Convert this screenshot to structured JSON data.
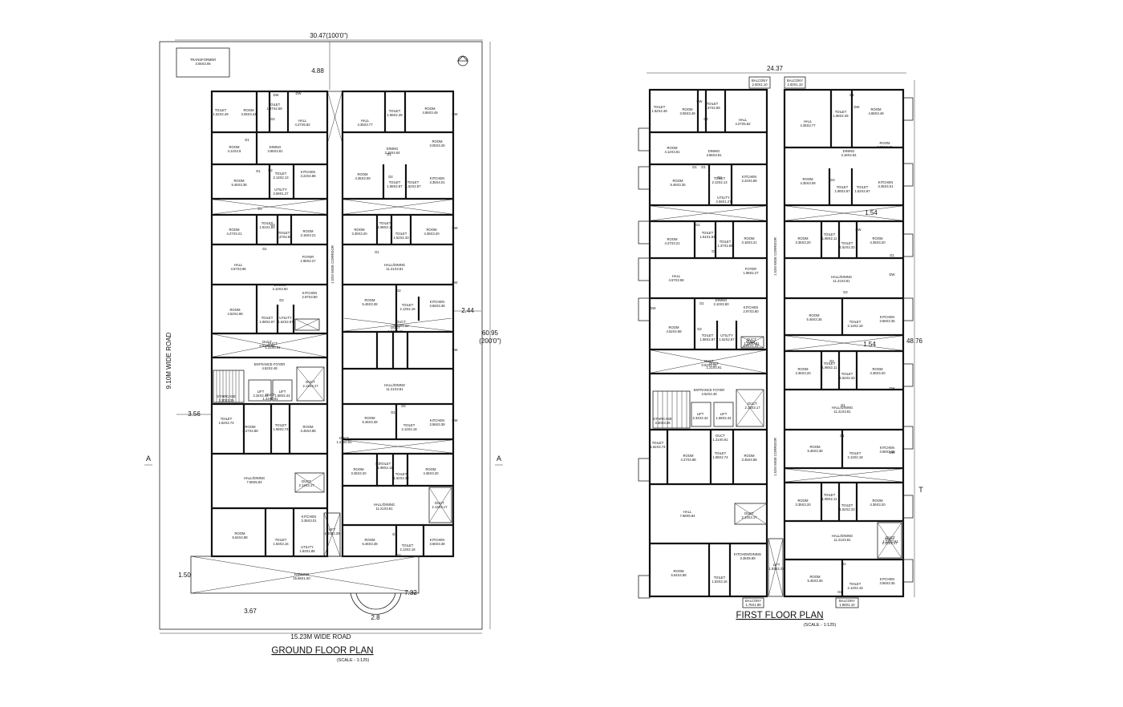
{
  "ground": {
    "title": "GROUND FLOOR PLAN",
    "scale": "(SCALE - 1:125)",
    "road_bottom": "15.23M WIDE ROAD",
    "road_side": "9.10M WIDE ROAD",
    "corridor": "1.52M WIDE CORRIDOR",
    "dims": {
      "top": "30.47(100'0\")",
      "gap_top": "4.88",
      "right_m": "60.95",
      "right_ft": "(200'0\")",
      "left_set": "3.56",
      "mid_gap": "2.44",
      "bottom_left": "1.50",
      "bottom_a": "3.67",
      "bottom_b": "2.8",
      "bottom_c": "7.32"
    },
    "transformer": {
      "name": "TRANSFORMER",
      "size": "3.05X3.05"
    },
    "section": "A",
    "labels": [
      {
        "t": "TOILET",
        "s": "1.52X2.49"
      },
      {
        "t": "ROOM",
        "s": "3.05X3.44"
      },
      {
        "t": "TOILET",
        "s": "1.37X2.59"
      },
      {
        "t": "HALL",
        "s": "4.27X5.82"
      },
      {
        "t": "TOILET",
        "s": "1.98X2.49"
      },
      {
        "t": "ROOM",
        "s": "4.88X3.49"
      },
      {
        "t": "HALL",
        "s": "4.35X3.77"
      },
      {
        "t": "ROOM",
        "s": "4.12X3.9"
      },
      {
        "t": "DINING",
        "s": "3.86X3.81"
      },
      {
        "t": "DINING",
        "s": "3.18X4.64"
      },
      {
        "t": "ROOM",
        "s": "3.05X3.26"
      },
      {
        "t": "ROOM",
        "s": "5.46X3.38"
      },
      {
        "t": "TOILET",
        "s": "2.13X2.13"
      },
      {
        "t": "KITCHEN",
        "s": "3.22X4.88"
      },
      {
        "t": "ROOM",
        "s": "4.35X3.09"
      },
      {
        "t": "TOILET",
        "s": "1.98X2.87"
      },
      {
        "t": "TOILET",
        "s": "1.52X2.87"
      },
      {
        "t": "KITCHEN",
        "s": "3.35X4.01"
      },
      {
        "t": "UTILITY",
        "s": "2.59X1.27"
      },
      {
        "t": "ROOM",
        "s": "4.27X3.21"
      },
      {
        "t": "TOILET",
        "s": "1.91X1.83"
      },
      {
        "t": "TOILET",
        "s": "1.37X2.59"
      },
      {
        "t": "ROOM",
        "s": "3.18X3.21"
      },
      {
        "t": "ROOM",
        "s": "3.35X3.20"
      },
      {
        "t": "TOILET",
        "s": "1.98X2.11"
      },
      {
        "t": "TOILET",
        "s": "1.52X2.33"
      },
      {
        "t": "ROOM",
        "s": "4.36X3.20"
      },
      {
        "t": "FOYER",
        "s": "1.98X2.27"
      },
      {
        "t": "HALL",
        "s": "4.57X3.96"
      },
      {
        "t": "HALL/DINING",
        "s": "11.21X3.81"
      },
      {
        "t": "DINING",
        "s": "3.10X3.60"
      },
      {
        "t": "KITCHEN",
        "s": "2.97X3.80"
      },
      {
        "t": "ROOM",
        "s": "4.52X4.68"
      },
      {
        "t": "TOILET",
        "s": "1.98X2.87"
      },
      {
        "t": "UTILITY",
        "s": "1.52X2.87"
      },
      {
        "t": "ROOM",
        "s": "5.46X3.38"
      },
      {
        "t": "TOILET",
        "s": "2.13X2.18"
      },
      {
        "t": "KITCHEN",
        "s": "3.56X3.38"
      },
      {
        "t": "DUCT",
        "s": "0.91X1.22"
      },
      {
        "t": "DUCT",
        "s": "0.91X1.22"
      },
      {
        "t": "ENTRANCE FOYER",
        "s": "4.52X2.48"
      },
      {
        "t": "DUCT",
        "s": "2.13X3.17"
      },
      {
        "t": "STAIRCASE",
        "s": "3.30X3.35"
      },
      {
        "t": "LIFT",
        "s": "2.34X2.44"
      },
      {
        "t": "LIFT",
        "s": "1.68X2.44"
      },
      {
        "t": "TOILET",
        "s": "1.62X2.74"
      },
      {
        "t": "ROOM",
        "s": "4.27X4.88"
      },
      {
        "t": "TOILET",
        "s": "1.98X2.74"
      },
      {
        "t": "ROOM",
        "s": "3.45X4.88"
      },
      {
        "t": "HALL/DINING",
        "s": "7.68X5.84"
      },
      {
        "t": "DUCT",
        "s": "2.13X3.17"
      },
      {
        "t": "KITCHEN",
        "s": "3.35X3.01"
      },
      {
        "t": "ROOM",
        "s": "5.64X4.88"
      },
      {
        "t": "TOILET",
        "s": "1.83X3.16"
      },
      {
        "t": "UTILITY",
        "s": "1.83X1.88"
      },
      {
        "t": "LIFT",
        "s": "1.83X2.29"
      },
      {
        "t": "ROOM",
        "s": "5.46X3.38"
      },
      {
        "t": "TOILET",
        "s": "2.13X2.18"
      },
      {
        "t": "KITCHEN",
        "s": "3.56X3.38"
      },
      {
        "t": "HALL/DINING",
        "s": "11.21X3.81"
      },
      {
        "t": "DUCT",
        "s": "2.13X3.17"
      },
      {
        "t": "ROOM",
        "s": "3.35X3.20"
      },
      {
        "t": "TOILET",
        "s": "1.98X2.11"
      },
      {
        "t": "TOILET",
        "s": "1.52X2.33"
      },
      {
        "t": "ROOM",
        "s": "4.36X3.20"
      },
      {
        "t": "HALL/DINING",
        "s": "11.21X3.81"
      },
      {
        "t": "ROOM",
        "s": "5.46X3.38"
      },
      {
        "t": "TOILET",
        "s": "2.13X2.18"
      },
      {
        "t": "KITCHEN",
        "s": "3.56X3.38"
      },
      {
        "t": "PARKING",
        "s": "15.68X1.50"
      },
      {
        "t": "DUCT",
        "s": "1.21X0.91"
      },
      {
        "t": "DUCT",
        "s": "1.21X0.91"
      },
      {
        "t": "DUCT",
        "s": "1.21X0.91"
      },
      {
        "t": "DUCT",
        "s": "1.21X0.91"
      }
    ],
    "door_tags": [
      "D1",
      "D2",
      "DW",
      "D1",
      "D2",
      "D1",
      "DW",
      "D2",
      "D1",
      "D2",
      "DW",
      "D1",
      "D2",
      "DW",
      "D1",
      "D2",
      "DW",
      "D1",
      "D2",
      "D1",
      "DW",
      "D1",
      "D2",
      "DW"
    ]
  },
  "first": {
    "title": "FIRST FLOOR PLAN",
    "scale": "(SCALE - 1:125)",
    "corridor": "1.52M WIDE CORRIDOR",
    "dims": {
      "top": "24.37",
      "right": "48.76",
      "gap_a": "1.54",
      "gap_b": "1.54"
    },
    "section": "T",
    "balcony": {
      "t": "BALCONY",
      "s": "2.00X1.10"
    },
    "balcony_bottom_left": {
      "t": "BALCONY",
      "s": "1.75X1.88"
    },
    "balcony_bottom_right": {
      "t": "BALCONY",
      "s": "1.88X1.10"
    },
    "labels": [
      {
        "t": "TOILET",
        "s": "1.52X2.49"
      },
      {
        "t": "ROOM",
        "s": "3.06X3.49"
      },
      {
        "t": "TOILET",
        "s": "1.37X2.59"
      },
      {
        "t": "HALL",
        "s": "4.27X5.82"
      },
      {
        "t": "HALL",
        "s": "4.35X3.77"
      },
      {
        "t": "TOILET",
        "s": "1.98X2.49"
      },
      {
        "t": "ROOM",
        "s": "4.88X3.49"
      },
      {
        "t": "ROOM",
        "s": "4.12X3.81"
      },
      {
        "t": "DINING",
        "s": "3.86X3.81"
      },
      {
        "t": "DINING",
        "s": "3.18X4.64"
      },
      {
        "t": "ROOM",
        "s": "3.05X3.26"
      },
      {
        "t": "ROOM",
        "s": "5.46X3.35"
      },
      {
        "t": "TOILET",
        "s": "2.13X2.13"
      },
      {
        "t": "KITCHEN",
        "s": "3.22X4.88"
      },
      {
        "t": "ROOM",
        "s": "4.35X3.09"
      },
      {
        "t": "TOILET",
        "s": "1.98X2.87"
      },
      {
        "t": "TOILET",
        "s": "1.52X2.87"
      },
      {
        "t": "KITCHEN",
        "s": "3.35X4.01"
      },
      {
        "t": "UTILITY",
        "s": "2.59X1.27"
      },
      {
        "t": "ROOM",
        "s": "4.27X3.21"
      },
      {
        "t": "TOILET",
        "s": "1.91X1.83"
      },
      {
        "t": "TOILET",
        "s": "1.37X2.59"
      },
      {
        "t": "ROOM",
        "s": "3.18X3.21"
      },
      {
        "t": "ROOM",
        "s": "3.35X3.20"
      },
      {
        "t": "TOILET",
        "s": "1.98X2.11"
      },
      {
        "t": "TOILET",
        "s": "1.52X2.33"
      },
      {
        "t": "ROOM",
        "s": "4.36X3.20"
      },
      {
        "t": "HALL",
        "s": "4.57X3.96"
      },
      {
        "t": "FOYER",
        "s": "1.98X2.27"
      },
      {
        "t": "HALL/DINING",
        "s": "11.21X3.81"
      },
      {
        "t": "DINING",
        "s": "3.10X3.60"
      },
      {
        "t": "KITCHEN",
        "s": "2.97X3.80"
      },
      {
        "t": "ROOM",
        "s": "4.52X4.68"
      },
      {
        "t": "TOILET",
        "s": "1.98X2.87"
      },
      {
        "t": "UTILITY",
        "s": "1.52X2.87"
      },
      {
        "t": "ROOM",
        "s": "5.46X3.35"
      },
      {
        "t": "TOILET",
        "s": "2.13X2.18"
      },
      {
        "t": "KITCHEN",
        "s": "3.56X3.35"
      },
      {
        "t": "DUCT",
        "s": "0.91X1.22"
      },
      {
        "t": "DUCT",
        "s": "0.91X1.22"
      },
      {
        "t": "ROOM",
        "s": "3.35X3.20"
      },
      {
        "t": "TOILET",
        "s": "1.98X2.11"
      },
      {
        "t": "TOILET",
        "s": "1.52X2.33"
      },
      {
        "t": "ROOM",
        "s": "4.36X3.20"
      },
      {
        "t": "ENTRANCE FOYER",
        "s": "4.52X2.48"
      },
      {
        "t": "DUCT",
        "s": "2.13X3.17"
      },
      {
        "t": "HALL/DINING",
        "s": "11.21X3.81"
      },
      {
        "t": "STAIRCASE",
        "s": "3.30X3.35"
      },
      {
        "t": "LIFT",
        "s": "2.34X2.44"
      },
      {
        "t": "LIFT",
        "s": "1.68X2.44"
      },
      {
        "t": "TOILET",
        "s": "1.62X2.74"
      },
      {
        "t": "ROOM",
        "s": "4.27X4.88"
      },
      {
        "t": "TOILET",
        "s": "1.98X2.74"
      },
      {
        "t": "ROOM",
        "s": "3.45X4.88"
      },
      {
        "t": "ROOM",
        "s": "5.46X3.35"
      },
      {
        "t": "TOILET",
        "s": "2.13X2.18"
      },
      {
        "t": "KITCHEN",
        "s": "3.56X3.35"
      },
      {
        "t": "ROOM",
        "s": "3.35X3.20"
      },
      {
        "t": "TOILET",
        "s": "1.98X2.11"
      },
      {
        "t": "TOILET",
        "s": "1.52X2.33"
      },
      {
        "t": "ROOM",
        "s": "4.36X3.20"
      },
      {
        "t": "HALL",
        "s": "7.68X5.84"
      },
      {
        "t": "DUCT",
        "s": "2.13X3.17"
      },
      {
        "t": "HALL/DINING",
        "s": "11.21X3.81"
      },
      {
        "t": "DUCT",
        "s": "2.13X3.17"
      },
      {
        "t": "KITCHEN/DINING",
        "s": "3.35X5.89"
      },
      {
        "t": "ROOM",
        "s": "5.64X4.88"
      },
      {
        "t": "TOILET",
        "s": "1.83X3.16"
      },
      {
        "t": "LIFT",
        "s": "1.83X2.29"
      },
      {
        "t": "ROOM",
        "s": "5.46X3.35"
      },
      {
        "t": "TOILET",
        "s": "2.13X2.18"
      },
      {
        "t": "KITCHEN",
        "s": "3.56X3.35"
      },
      {
        "t": "DUCT",
        "s": "1.21X0.91"
      },
      {
        "t": "DUCT",
        "s": "1.21X0.91"
      },
      {
        "t": "DUCT",
        "s": "1.21X0.91"
      },
      {
        "t": "DUCT",
        "s": "1.21X0.91"
      }
    ],
    "door_tags": [
      "D1",
      "D2",
      "DW",
      "D1",
      "D2",
      "D1",
      "DW",
      "D2",
      "D1",
      "D2",
      "DW",
      "D1",
      "D2",
      "DW",
      "D1",
      "D2",
      "DW",
      "D1",
      "D2",
      "D1",
      "DW",
      "D1",
      "D2",
      "DW"
    ]
  }
}
